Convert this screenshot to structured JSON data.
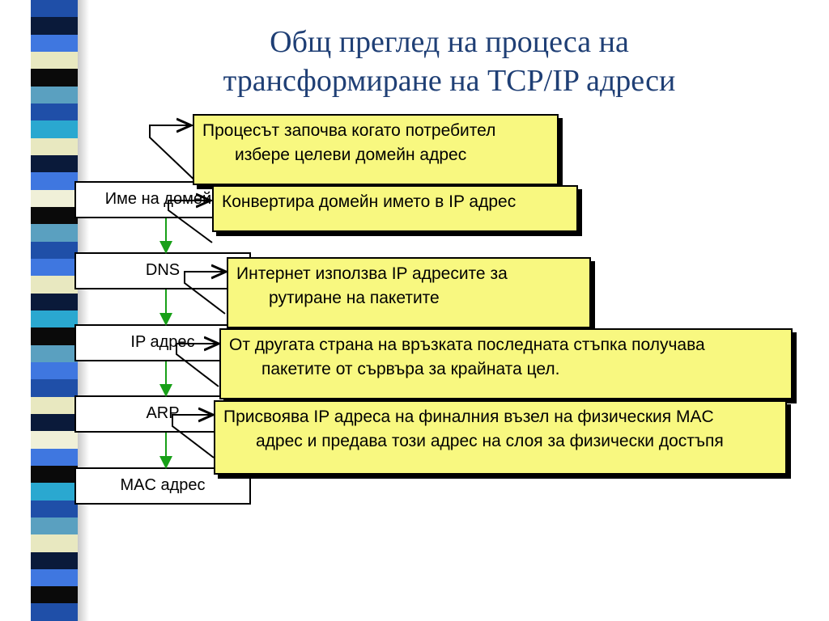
{
  "title": {
    "line1": "Общ преглед на процеса на",
    "line2": "трансформиране на TCP/IP адреси"
  },
  "steps": [
    "Име на домейн",
    "DNS",
    "IP адрес",
    "ARP",
    "MAC адрес"
  ],
  "callouts": [
    {
      "line1": "Процесът започва когато потребител",
      "line2": "избере целеви домейн адрес"
    },
    {
      "line1": "Конвертира домейн името в IP адрес",
      "line2": ""
    },
    {
      "line1": "Интернет използва IP адресите за",
      "line2": "рутиране на пакетите"
    },
    {
      "line1": "От другата страна на връзката последната стъпка получава",
      "line2": "пакетите от сървъра за крайната цел."
    },
    {
      "line1": "Присвоява IP адреса на финалния възел на физическия MAC",
      "line2": "адрес и предава този адрес на слоя за физически достъпя"
    }
  ],
  "colors": {
    "title": "#1f3f75",
    "callout_fill": "#f8f880",
    "arrow": "#18a018",
    "stripes": [
      "#1f4fa8",
      "#0a1a3a",
      "#3f77e0",
      "#e8e8c0",
      "#0a0a0a",
      "#5aa0c0",
      "#2aa8d0",
      "#f0f0d8"
    ]
  }
}
